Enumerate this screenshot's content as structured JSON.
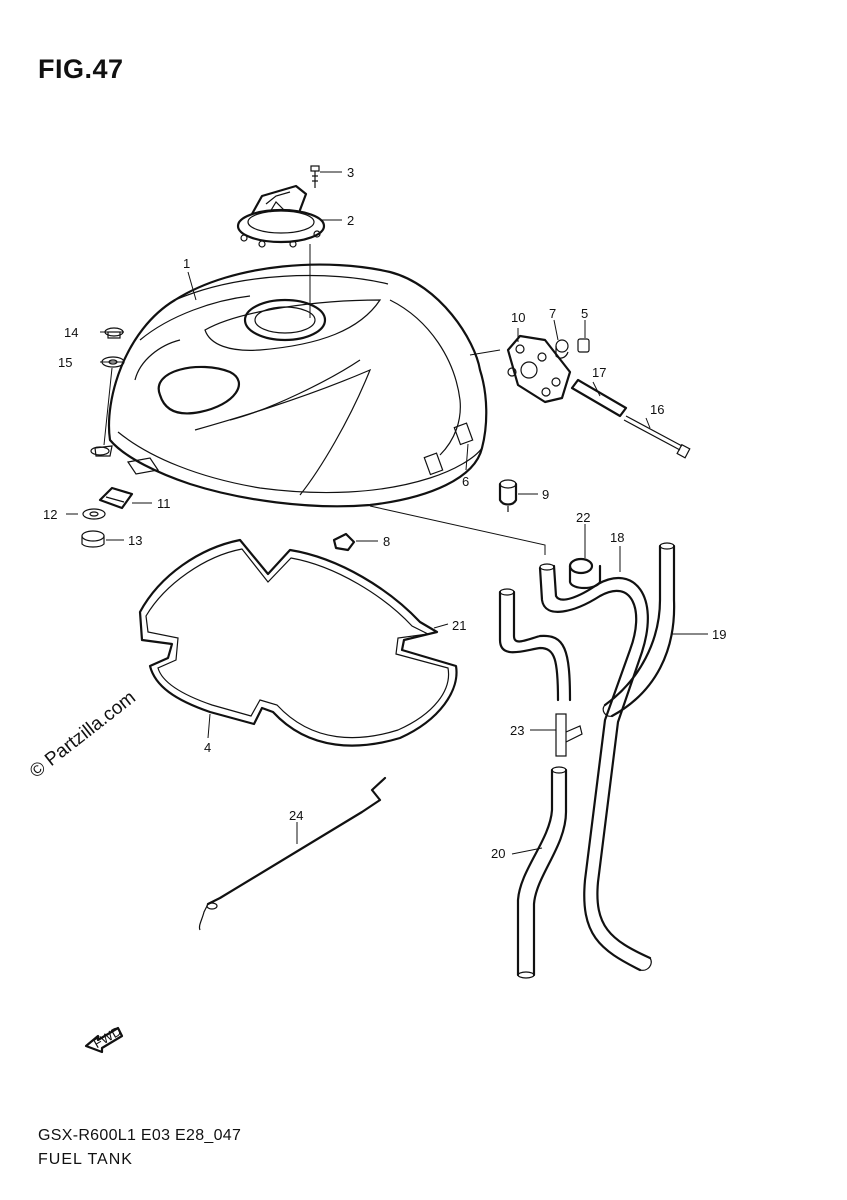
{
  "figure": {
    "title": "FIG.47",
    "code": "GSX-R600L1 E03 E28_047",
    "name": "FUEL TANK",
    "watermark": "© Partzilla.com",
    "fwd_label": "FWD"
  },
  "callouts": [
    {
      "id": "c1",
      "label": "1"
    },
    {
      "id": "c2",
      "label": "2"
    },
    {
      "id": "c3",
      "label": "3"
    },
    {
      "id": "c4",
      "label": "4"
    },
    {
      "id": "c5",
      "label": "5"
    },
    {
      "id": "c6",
      "label": "6"
    },
    {
      "id": "c7",
      "label": "7"
    },
    {
      "id": "c8",
      "label": "8"
    },
    {
      "id": "c9",
      "label": "9"
    },
    {
      "id": "c10",
      "label": "10"
    },
    {
      "id": "c11",
      "label": "11"
    },
    {
      "id": "c12",
      "label": "12"
    },
    {
      "id": "c13",
      "label": "13"
    },
    {
      "id": "c14",
      "label": "14"
    },
    {
      "id": "c15",
      "label": "15"
    },
    {
      "id": "c16",
      "label": "16"
    },
    {
      "id": "c17",
      "label": "17"
    },
    {
      "id": "c18",
      "label": "18"
    },
    {
      "id": "c19",
      "label": "19"
    },
    {
      "id": "c20",
      "label": "20"
    },
    {
      "id": "c21",
      "label": "21"
    },
    {
      "id": "c22",
      "label": "22"
    },
    {
      "id": "c23",
      "label": "23"
    },
    {
      "id": "c24",
      "label": "24"
    }
  ]
}
